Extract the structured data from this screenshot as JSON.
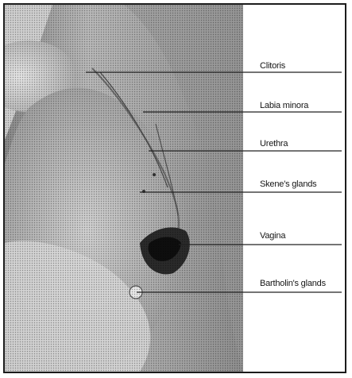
{
  "diagram": {
    "labels": [
      {
        "id": "clitoris",
        "text": "Clitoris"
      },
      {
        "id": "labia-minora",
        "text": "Labia minora"
      },
      {
        "id": "urethra",
        "text": "Urethra"
      },
      {
        "id": "skenes-glands",
        "text": "Skene's glands"
      },
      {
        "id": "vagina",
        "text": "Vagina"
      },
      {
        "id": "bartholins-glands",
        "text": "Bartholin's glands"
      }
    ]
  },
  "colors": {
    "ink": "#151515",
    "frame": "#1c1c1c",
    "photo_light": "#dcdcdc",
    "photo_mid": "#9a9a9a",
    "photo_dark": "#2a2a2a"
  }
}
